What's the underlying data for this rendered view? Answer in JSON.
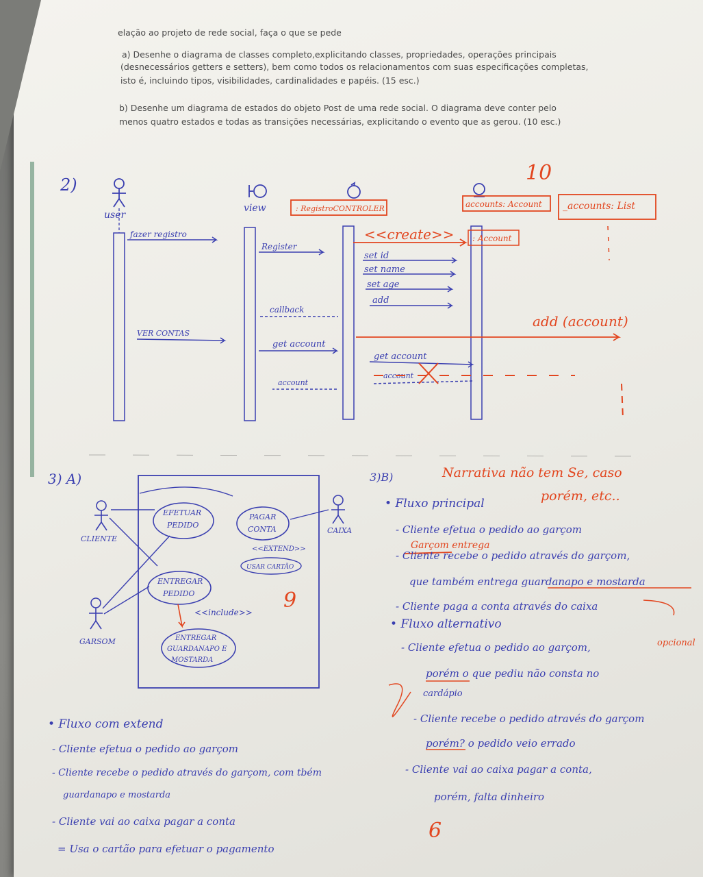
{
  "printed": {
    "intro": "elação ao projeto de rede social, faça o que se pede",
    "a_line1": "a) Desenhe o diagrama de classes completo,explicitando classes, propriedades, operações principais",
    "a_line2": "(desnecessários getters e setters), bem como todos os relacionamentos com suas especificações completas,",
    "a_line3": "isto é, incluindo tipos, visibilidades, cardinalidades e papéis.  (15 esc.)",
    "b_line1": "b) Desenhe um diagrama de estados do objeto Post de uma rede social. O diagrama deve conter pelo",
    "b_line2": "menos quatro estados e todas as transições necessárias, explicitando o evento que as gerou. (10 esc.)"
  },
  "sequence": {
    "section": "2)",
    "score": "10",
    "lifelines": [
      "user",
      "view",
      ": RegistroCONTROLER",
      "accounts: Account",
      "_accounts: List"
    ],
    "messages": {
      "fazer_registro": "fazer registro",
      "register": "Register",
      "create": "<<create>>",
      "new_account": ": Account",
      "set_id": "set id",
      "set_name": "set name",
      "set_age": "set age",
      "add": "add",
      "callback": "callback",
      "add_account": "add (account)",
      "ver_contas": "VER CONTAS",
      "get_account": "get account",
      "get_account2": "get account",
      "account_return": "account",
      "account_return2": "account"
    }
  },
  "usecase": {
    "section": "3) A)",
    "actors": [
      "CLIENTE",
      "GARSOM",
      "CAIXA"
    ],
    "cases": {
      "efetuar": [
        "EFETUAR",
        "PEDIDO"
      ],
      "pagar": [
        "PAGAR",
        "CONTA"
      ],
      "extend": "<<EXTEND>>",
      "usar_cartao": "USAR CARTÃO",
      "entregar_pedido": [
        "ENTREGAR",
        "PEDIDO"
      ],
      "include": "<<include>>",
      "entregar_guardanapo": [
        "ENTREGAR",
        "GUARDANAPO E",
        "MOSTARDA"
      ]
    },
    "score": "9"
  },
  "narrative": {
    "section": "3)B)",
    "teacher_note1": "Narrativa não tem Se, caso",
    "teacher_note2": "porém, etc..",
    "main_flow": "• Fluxo principal",
    "m1": "- Cliente efetua o pedido ao garçom",
    "m2_correction": "Garçom entrega",
    "m2": "- Cliente recebe o pedido através do garçom,",
    "m2b": "que também entrega guardanapo e mostarda",
    "m3": "- Cliente paga a conta através do caixa",
    "alt_flow": "• Fluxo alternativo",
    "a1": "- Cliente efetua o pedido ao garçom,",
    "opcional": "opcional",
    "a1b": "porém o que pediu não consta no",
    "a1c": "cardápio",
    "a2": "- Cliente recebe o pedido através do garçom",
    "a2b": "porém? o pedido veio errado",
    "a3": "- Cliente vai ao caixa pagar a conta,",
    "a3b": "porém, falta dinheiro",
    "score": "6"
  },
  "extend_flow": {
    "title": "• Fluxo com extend",
    "l1": "- Cliente efetua o pedido ao garçom",
    "l2": "- Cliente recebe o pedido através do garçom, com tbém",
    "l2b": "guardanapo e mostarda",
    "l3": "- Cliente vai ao caixa pagar a conta",
    "l4": "= Usa o cartão para efetuar o pagamento"
  },
  "colors": {
    "blue_ink": "#3a3fb0",
    "red_ink": "#e2461f",
    "paper": "#efeee8"
  }
}
